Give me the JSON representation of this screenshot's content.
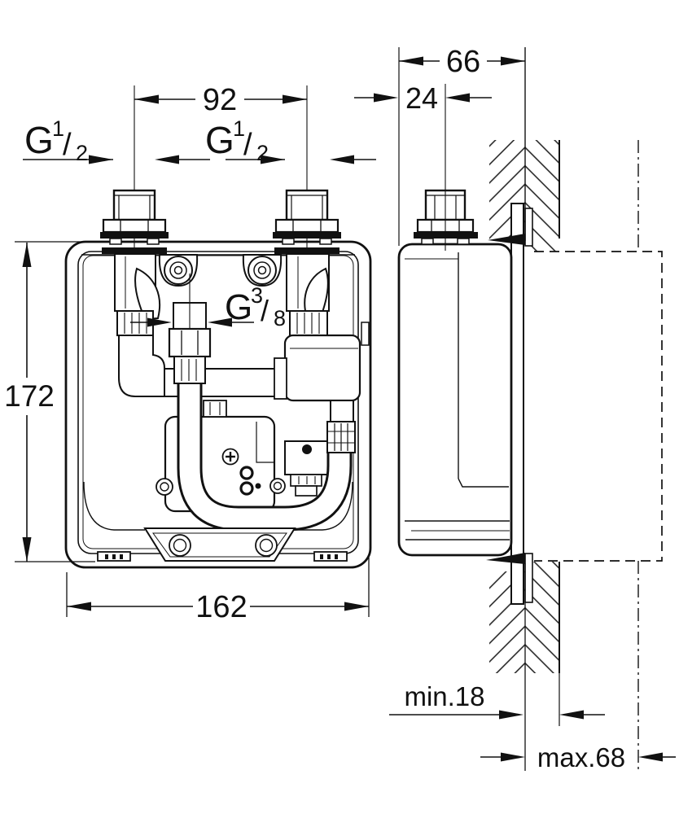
{
  "drawing": {
    "front_view": {
      "port_spacing": "92",
      "thread_left": {
        "prefix": "G",
        "num": "1",
        "slash": "/",
        "den": "2"
      },
      "thread_right": {
        "prefix": "G",
        "num": "1",
        "slash": "/",
        "den": "2"
      },
      "hose_thread": {
        "prefix": "G",
        "num": "3",
        "slash": "/",
        "den": "8"
      },
      "height": "172",
      "width": "162"
    },
    "side_view": {
      "depth": "66",
      "port_offset": "24",
      "wall_min": "min.18",
      "mount_max": "max.68"
    },
    "line_color": "#111111",
    "background": "#ffffff"
  }
}
